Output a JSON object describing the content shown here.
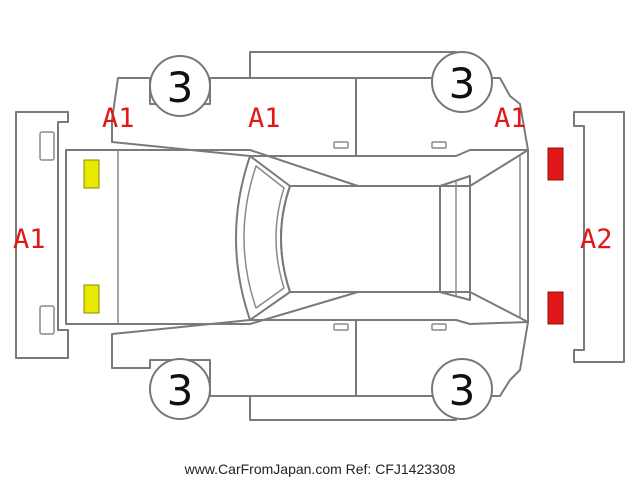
{
  "damage_codes": {
    "front_bumper": "A1",
    "front_left_fender": "A1",
    "left_front_door": "A1",
    "left_rear_quarter": "A1",
    "rear_bumper": "A2"
  },
  "wheels": {
    "left_front": "3",
    "left_rear": "3",
    "right_front": "3",
    "right_rear": "3"
  },
  "marker_colors": {
    "headlight": "#e8e800",
    "taillight": "#e01818"
  },
  "footer": {
    "source": "www.CarFromJapan.com Ref: CFJ1423308"
  }
}
